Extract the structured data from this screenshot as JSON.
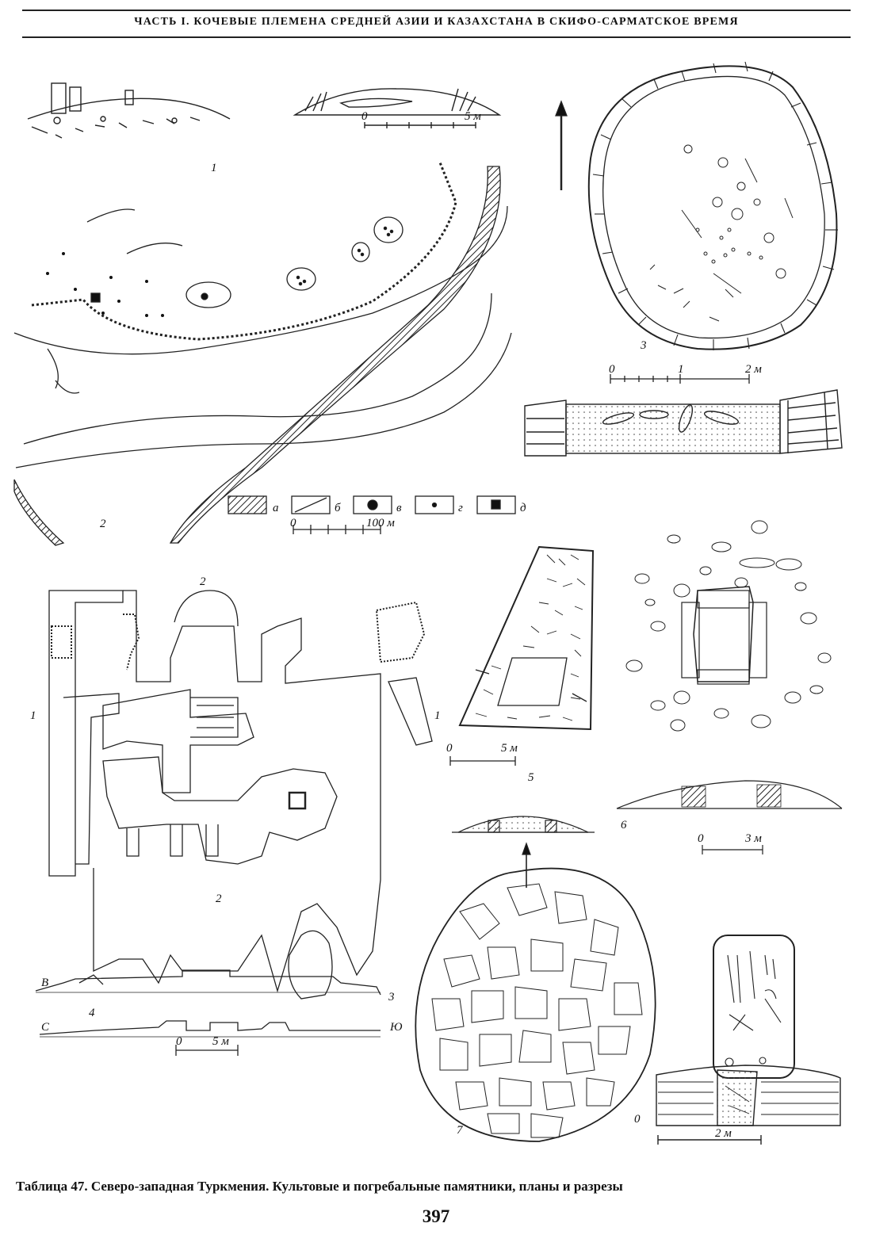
{
  "header": {
    "running_title": "ЧАСТЬ I. КОЧЕВЫЕ ПЛЕМЕНА СРЕДНЕЙ АЗИИ И КАЗАХСТАНА В СКИФО-САРМАТСКОЕ ВРЕМЯ"
  },
  "figures": {
    "fig1": {
      "number": "1",
      "scale_zero": "0",
      "scale_end": "5 м"
    },
    "fig2": {
      "number": "2",
      "scale_zero": "0",
      "scale_end": "100 м",
      "legend": [
        "а",
        "б",
        "в",
        "г",
        "д"
      ]
    },
    "fig3": {
      "number": "3",
      "scale_zero": "0",
      "scale_mid": "1",
      "scale_end": "2 м"
    },
    "fig4": {
      "number": "4",
      "label_1": "1",
      "label_2": "2",
      "label_3": "3",
      "label_V": "В",
      "label_S": "С",
      "label_Yu": "Ю",
      "scale_zero": "0",
      "scale_end": "5 м"
    },
    "fig5": {
      "number": "5",
      "scale_zero": "0",
      "scale_end": "5 м"
    },
    "fig6": {
      "number": "6",
      "scale_zero": "0",
      "scale_end": "3 м"
    },
    "fig7": {
      "number": "7",
      "scale_zero": "0",
      "scale_end": "2 м"
    }
  },
  "caption": "Таблица 47. Северо-западная Туркмения. Культовые и погребальные памятники, планы и разрезы",
  "page_number": "397"
}
